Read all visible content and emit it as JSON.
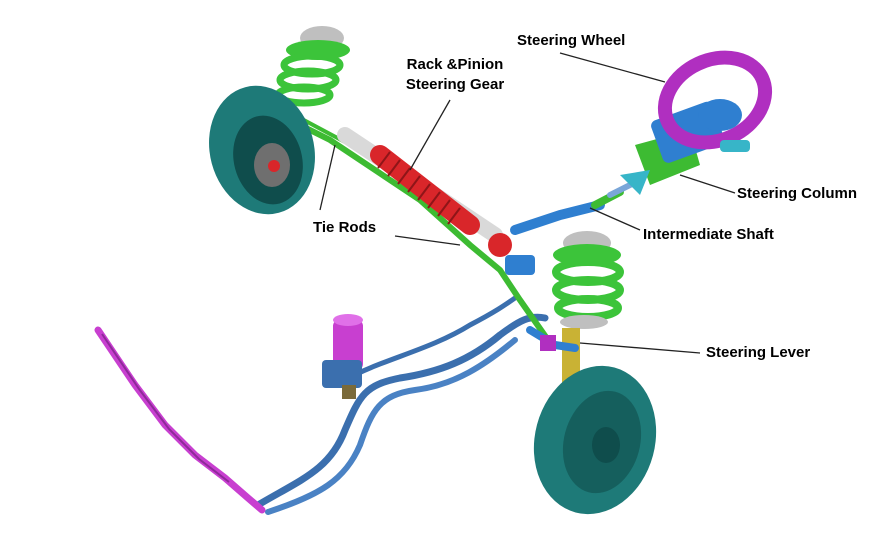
{
  "labels": {
    "steering_wheel": "Steering Wheel",
    "rack_pinion_line1": "Rack &Pinion",
    "rack_pinion_line2": "Steering Gear",
    "steering_column": "Steering Column",
    "tie_rods": "Tie Rods",
    "intermediate_shaft": "Intermediate Shaft",
    "steering_lever": "Steering Lever"
  },
  "colors": {
    "wheel_teal": "#1e7a78",
    "wheel_dark": "#0f4d4c",
    "spring_green": "#3cc43a",
    "tie_rod_green": "#3dbb32",
    "rack_red": "#d9262a",
    "steering_wheel_magenta": "#b02fc0",
    "column_blue": "#2f7fd0",
    "pipe_blue": "#3b6fae",
    "pump_magenta": "#c83fd0",
    "strut_yellow": "#c9b234"
  },
  "icons": {
    "steering_wheel": "steering-wheel-icon",
    "wheel": "wheel-icon",
    "spring": "coil-spring-icon"
  }
}
